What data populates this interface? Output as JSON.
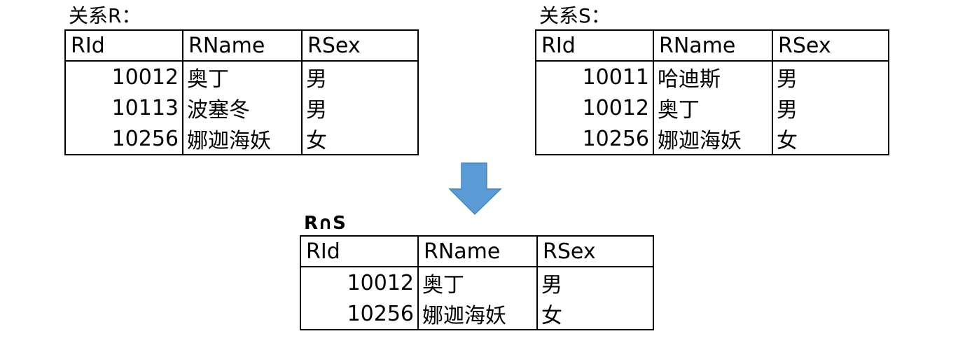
{
  "relations": [
    {
      "title": "关系R：",
      "headers": [
        "RId",
        "RName",
        "RSex"
      ],
      "rows": [
        [
          "10012",
          "奥丁",
          "男"
        ],
        [
          "10113",
          "波塞冬",
          "男"
        ],
        [
          "10256",
          "娜迦海妖",
          "女"
        ]
      ]
    },
    {
      "title": "关系S：",
      "headers": [
        "RId",
        "RName",
        "RSex"
      ],
      "rows": [
        [
          "10011",
          "哈迪斯",
          "男"
        ],
        [
          "10012",
          "奥丁",
          "男"
        ],
        [
          "10256",
          "娜迦海妖",
          "女"
        ]
      ]
    }
  ],
  "result": {
    "title": "R∩S",
    "headers": [
      "RId",
      "RName",
      "RSex"
    ],
    "rows": [
      [
        "10012",
        "奥丁",
        "男"
      ],
      [
        "10256",
        "娜迦海妖",
        "女"
      ]
    ]
  },
  "arrow": {
    "icon": "down-arrow-icon",
    "color": "#5b9bd5",
    "stroke": "#4a86be"
  }
}
